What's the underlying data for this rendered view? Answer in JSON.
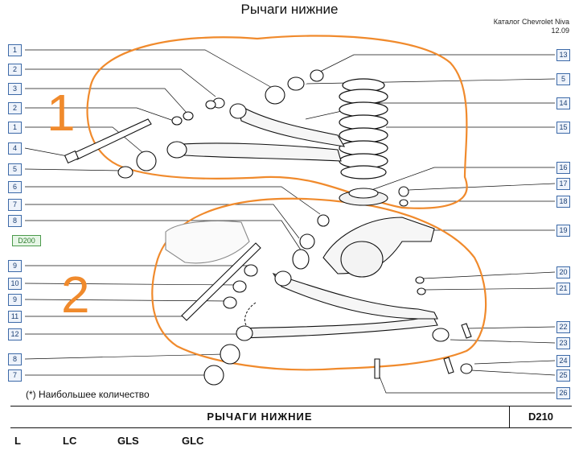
{
  "page_title": "Рычаги нижние",
  "catalog": {
    "name": "Каталог Chevrolet Niva",
    "edition": "12.09"
  },
  "reference": "D200",
  "callouts": {
    "left": [
      "1",
      "2",
      "3",
      "2",
      "1",
      "4",
      "5",
      "6",
      "7",
      "8",
      "9",
      "10",
      "9",
      "11",
      "12",
      "8",
      "7"
    ],
    "right": [
      "13",
      "5",
      "14",
      "15",
      "16",
      "17",
      "18",
      "19",
      "20",
      "21",
      "22",
      "23",
      "24",
      "25",
      "26"
    ]
  },
  "groups": [
    "1",
    "2"
  ],
  "footnote": "(*) Наибольшее количество",
  "title_bar": {
    "title": "РЫЧАГИ НИЖНИЕ",
    "code": "D210"
  },
  "trims": [
    "L",
    "LC",
    "GLS",
    "GLC"
  ],
  "colors": {
    "callout_border": "#3d6aa8",
    "group_outline": "#f08a2c",
    "reference_badge": "#4c9a4c"
  }
}
